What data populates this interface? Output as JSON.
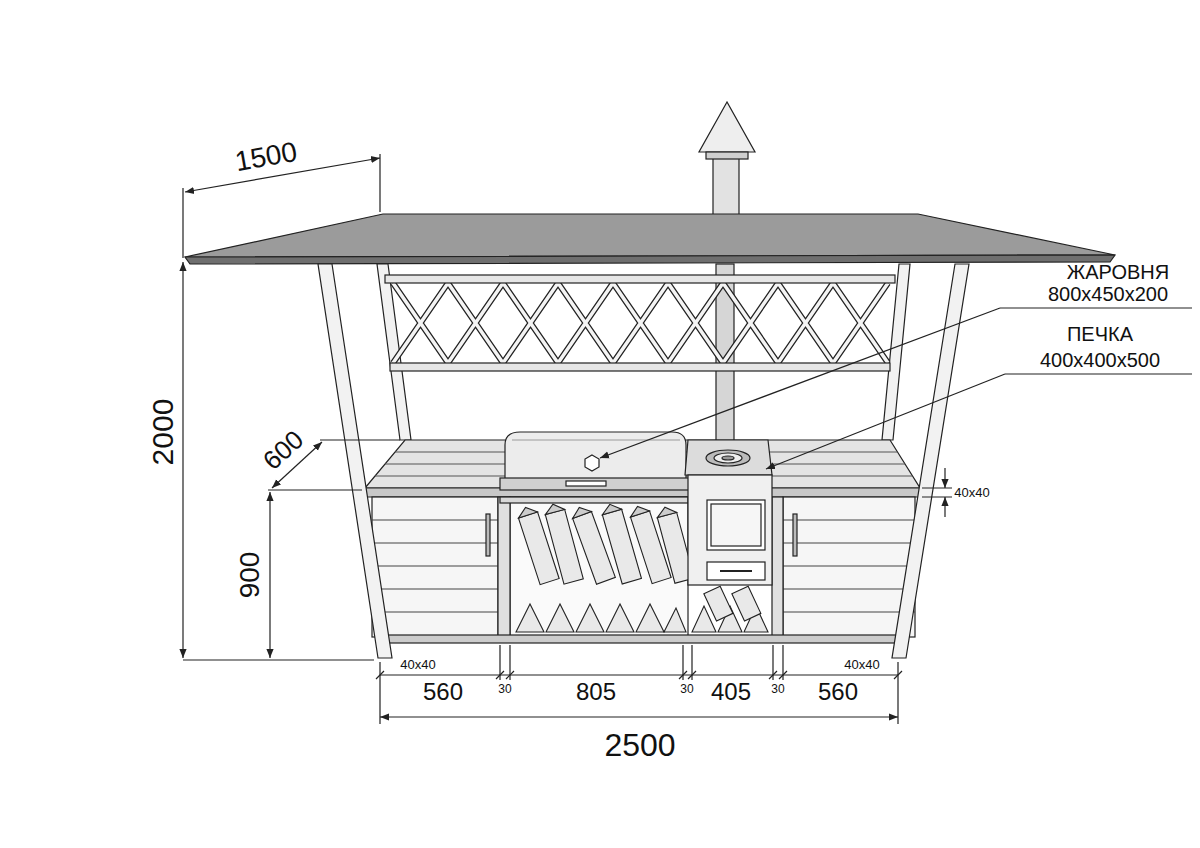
{
  "diagram": {
    "labels": [
      "1500",
      "2000",
      "600",
      "900",
      "ЖАРОВНЯ",
      "800x450x200",
      "ПЕЧКА",
      "400x400x500",
      "40x40",
      "40x40",
      "560",
      "30",
      "805",
      "30",
      "405",
      "30",
      "560",
      "40x40",
      "2500"
    ]
  }
}
